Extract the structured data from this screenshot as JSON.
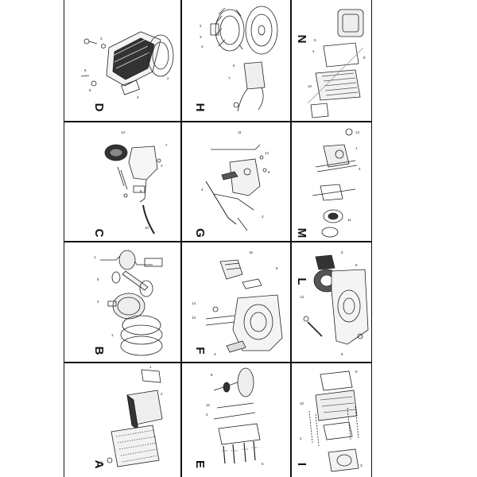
{
  "panels": [
    {
      "id": "D",
      "label": "D"
    },
    {
      "id": "H",
      "label": "H"
    },
    {
      "id": "N",
      "label": "N"
    },
    {
      "id": "C",
      "label": "C"
    },
    {
      "id": "G",
      "label": "G"
    },
    {
      "id": "M",
      "label": "M"
    },
    {
      "id": "B",
      "label": "B"
    },
    {
      "id": "F",
      "label": "F"
    },
    {
      "id": "L",
      "label": "L"
    },
    {
      "id": "A",
      "label": "A"
    },
    {
      "id": "E",
      "label": "E"
    },
    {
      "id": "I",
      "label": "I"
    }
  ]
}
